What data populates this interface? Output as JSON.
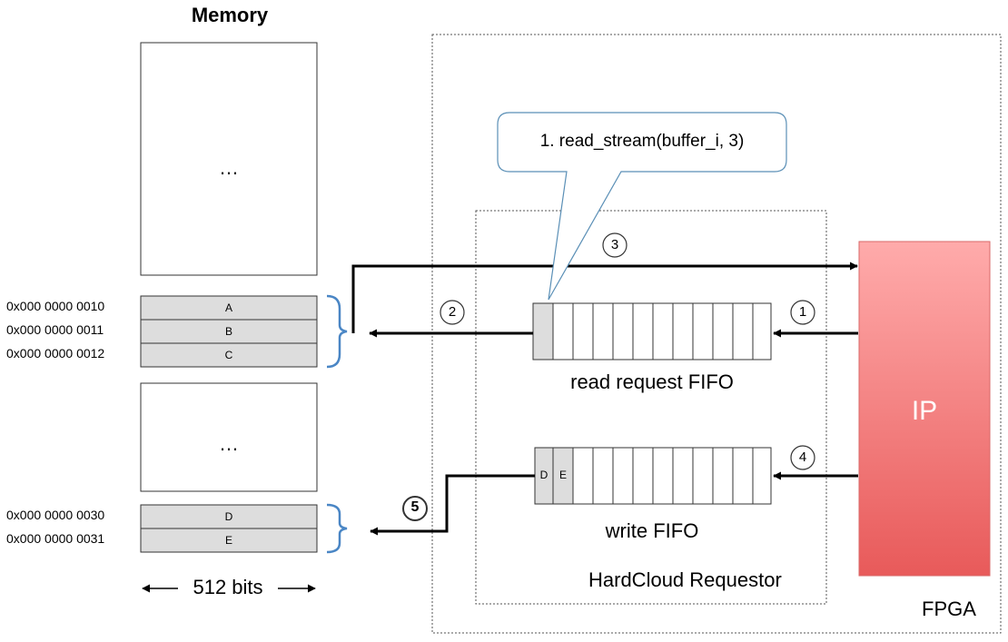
{
  "memory": {
    "title": "Memory",
    "ellipsis_top": "…",
    "ellipsis_mid": "…",
    "rows_read": [
      {
        "address": "0x000 0000 0010",
        "value": "A"
      },
      {
        "address": "0x000 0000 0011",
        "value": "B"
      },
      {
        "address": "0x000 0000 0012",
        "value": "C"
      }
    ],
    "rows_write": [
      {
        "address": "0x000 0000 0030",
        "value": "D"
      },
      {
        "address": "0x000 0000 0031",
        "value": "E"
      }
    ],
    "width_label": "512 bits"
  },
  "callout": {
    "text": "1. read_stream(buffer_i, 3)"
  },
  "steps": [
    "1",
    "2",
    "3",
    "4",
    "5"
  ],
  "read_fifo": {
    "label": "read request FIFO"
  },
  "write_fifo": {
    "label": "write FIFO",
    "cells": [
      "D",
      "E"
    ]
  },
  "requestor": {
    "label": "HardCloud Requestor"
  },
  "ip": {
    "label": "IP",
    "color": "#ee6666"
  },
  "fpga": {
    "label": "FPGA"
  },
  "colors": {
    "cell_fill": "#dddddd",
    "brace": "#4a86c5",
    "callout_border": "#5a8fb6"
  }
}
